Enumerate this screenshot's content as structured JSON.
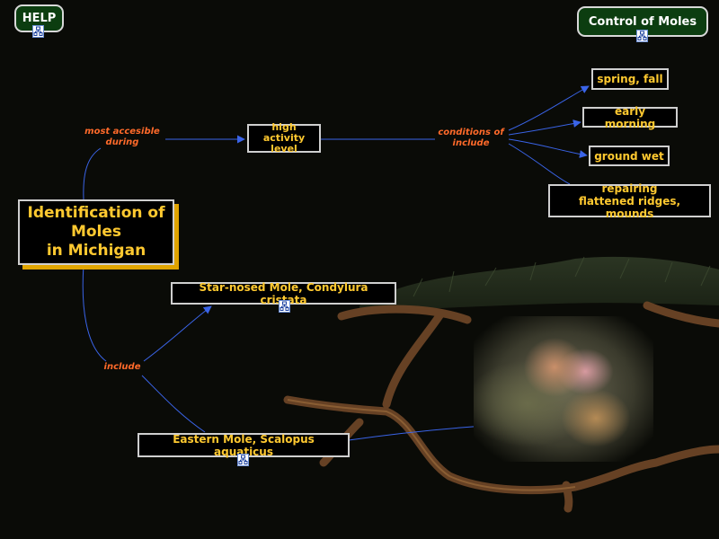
{
  "nav": {
    "help_label": "HELP",
    "control_label": "Control of Moles"
  },
  "nodes": {
    "main_line1": "Identification of",
    "main_line2": "Moles",
    "main_line3": "in Michigan",
    "high_line1": "high",
    "high_line2": "activity level",
    "spring": "spring, fall",
    "early": "early morning",
    "ground": "ground wet",
    "repair_line1": "repairing",
    "repair_line2": "flattened ridges, mounds",
    "starnosed": "Star-nosed Mole, Condylura cristata",
    "eastern": "Eastern Mole, Scalopus aquaticus"
  },
  "links": {
    "accessible_line1": "most accesible",
    "accessible_line2": "during",
    "conditions_line1": "conditions of",
    "conditions_line2": "include",
    "include": "include"
  },
  "icons": {
    "resource": "concept-map-resource-icon",
    "photo": "mole-photo"
  },
  "colors": {
    "background": "#0a0b07",
    "node_text": "#ffc930",
    "link_text": "#ff6a2a",
    "connector": "#3a64e8",
    "button_fill": "#0c3d10"
  }
}
